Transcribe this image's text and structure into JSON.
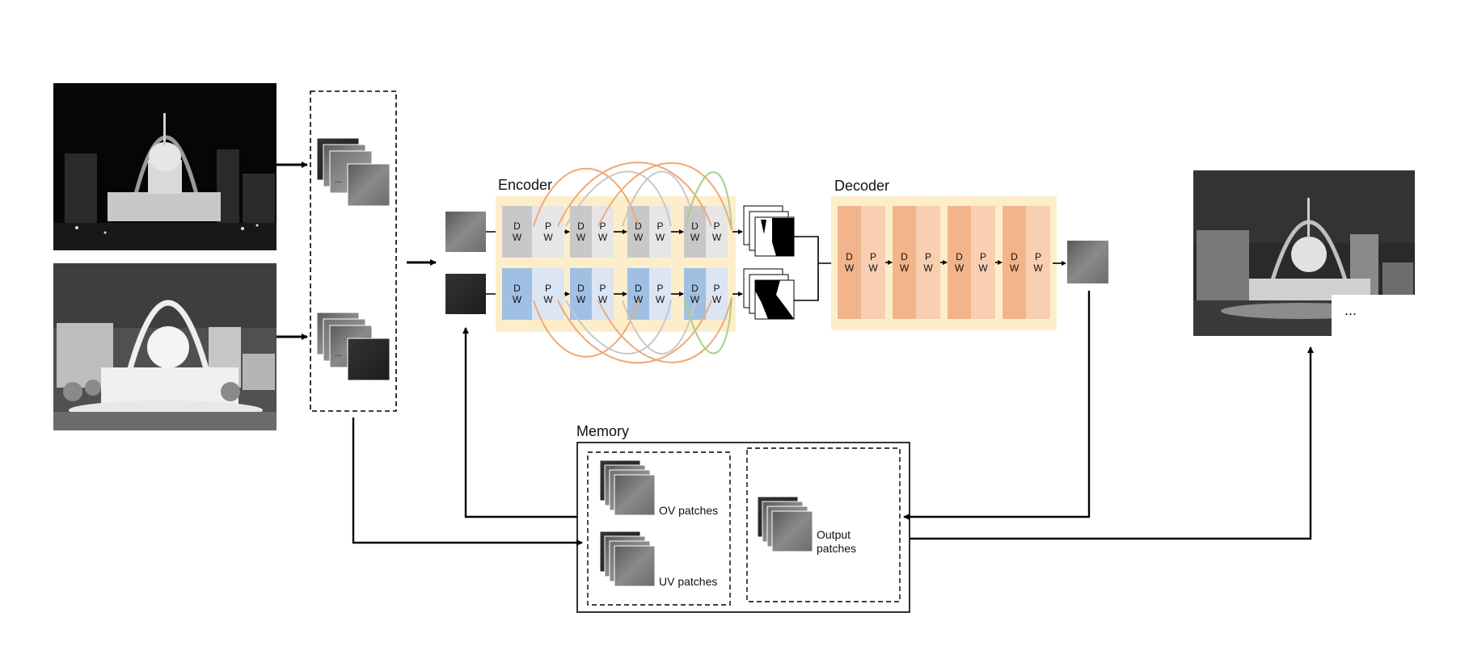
{
  "labels": {
    "encoder": "Encoder",
    "decoder": "Decoder",
    "memory": "Memory",
    "ov_patches": "OV patches",
    "uv_patches": "UV patches",
    "output_patches_line1": "Output",
    "output_patches_line2": "patches",
    "ellipsis": "...",
    "more": "..."
  },
  "blocks": {
    "dw": [
      "D",
      "W"
    ],
    "pw": [
      "P",
      "W"
    ]
  },
  "colors": {
    "encoder_bg": "#fdeecb",
    "decoder_bg": "#fdeecb",
    "dw_gray": "#c8c8c8",
    "pw_gray": "#e6e6e6",
    "dw_blue": "#9fc0e2",
    "pw_blue": "#dbe5f3",
    "dw_orange": "#f2b48a",
    "pw_orange": "#f8cfb1",
    "skip_orange": "#f0a878",
    "skip_gray": "#c8c8c8",
    "skip_green": "#a6d08a"
  }
}
